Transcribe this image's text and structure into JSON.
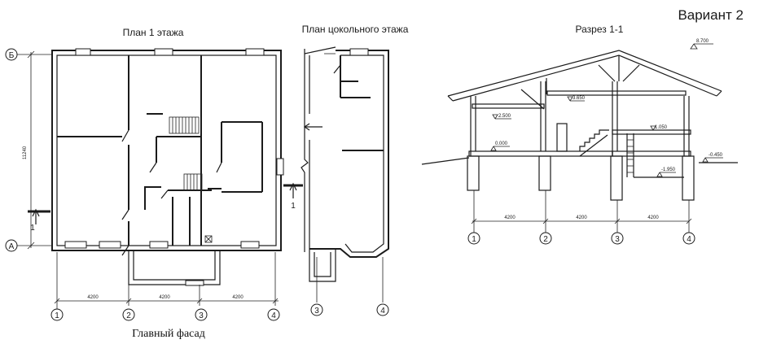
{
  "variant": "Вариант 2",
  "plan1": {
    "title": "План 1 этажа",
    "axis_letters": [
      "Б",
      "А"
    ],
    "axis_numbers": [
      "1",
      "2",
      "3",
      "4"
    ],
    "overall_dim": "11240",
    "dims": [
      "4200",
      "4200",
      "4200"
    ],
    "section_mark": "1",
    "facade_caption": "Главный фасад"
  },
  "basement": {
    "title": "План цокольного этажа",
    "axis_numbers": [
      "3",
      "4"
    ]
  },
  "section": {
    "title": "Разрез 1-1",
    "levels": [
      "8.700",
      "3.650",
      "2.500",
      "1.050",
      "0.000",
      "-0.450",
      "-1.950"
    ],
    "dims": [
      "4200",
      "4200",
      "4200"
    ],
    "axis_numbers": [
      "1",
      "2",
      "3",
      "4"
    ]
  },
  "colors": {
    "line": "#1b1b1b",
    "background": "#ffffff"
  }
}
